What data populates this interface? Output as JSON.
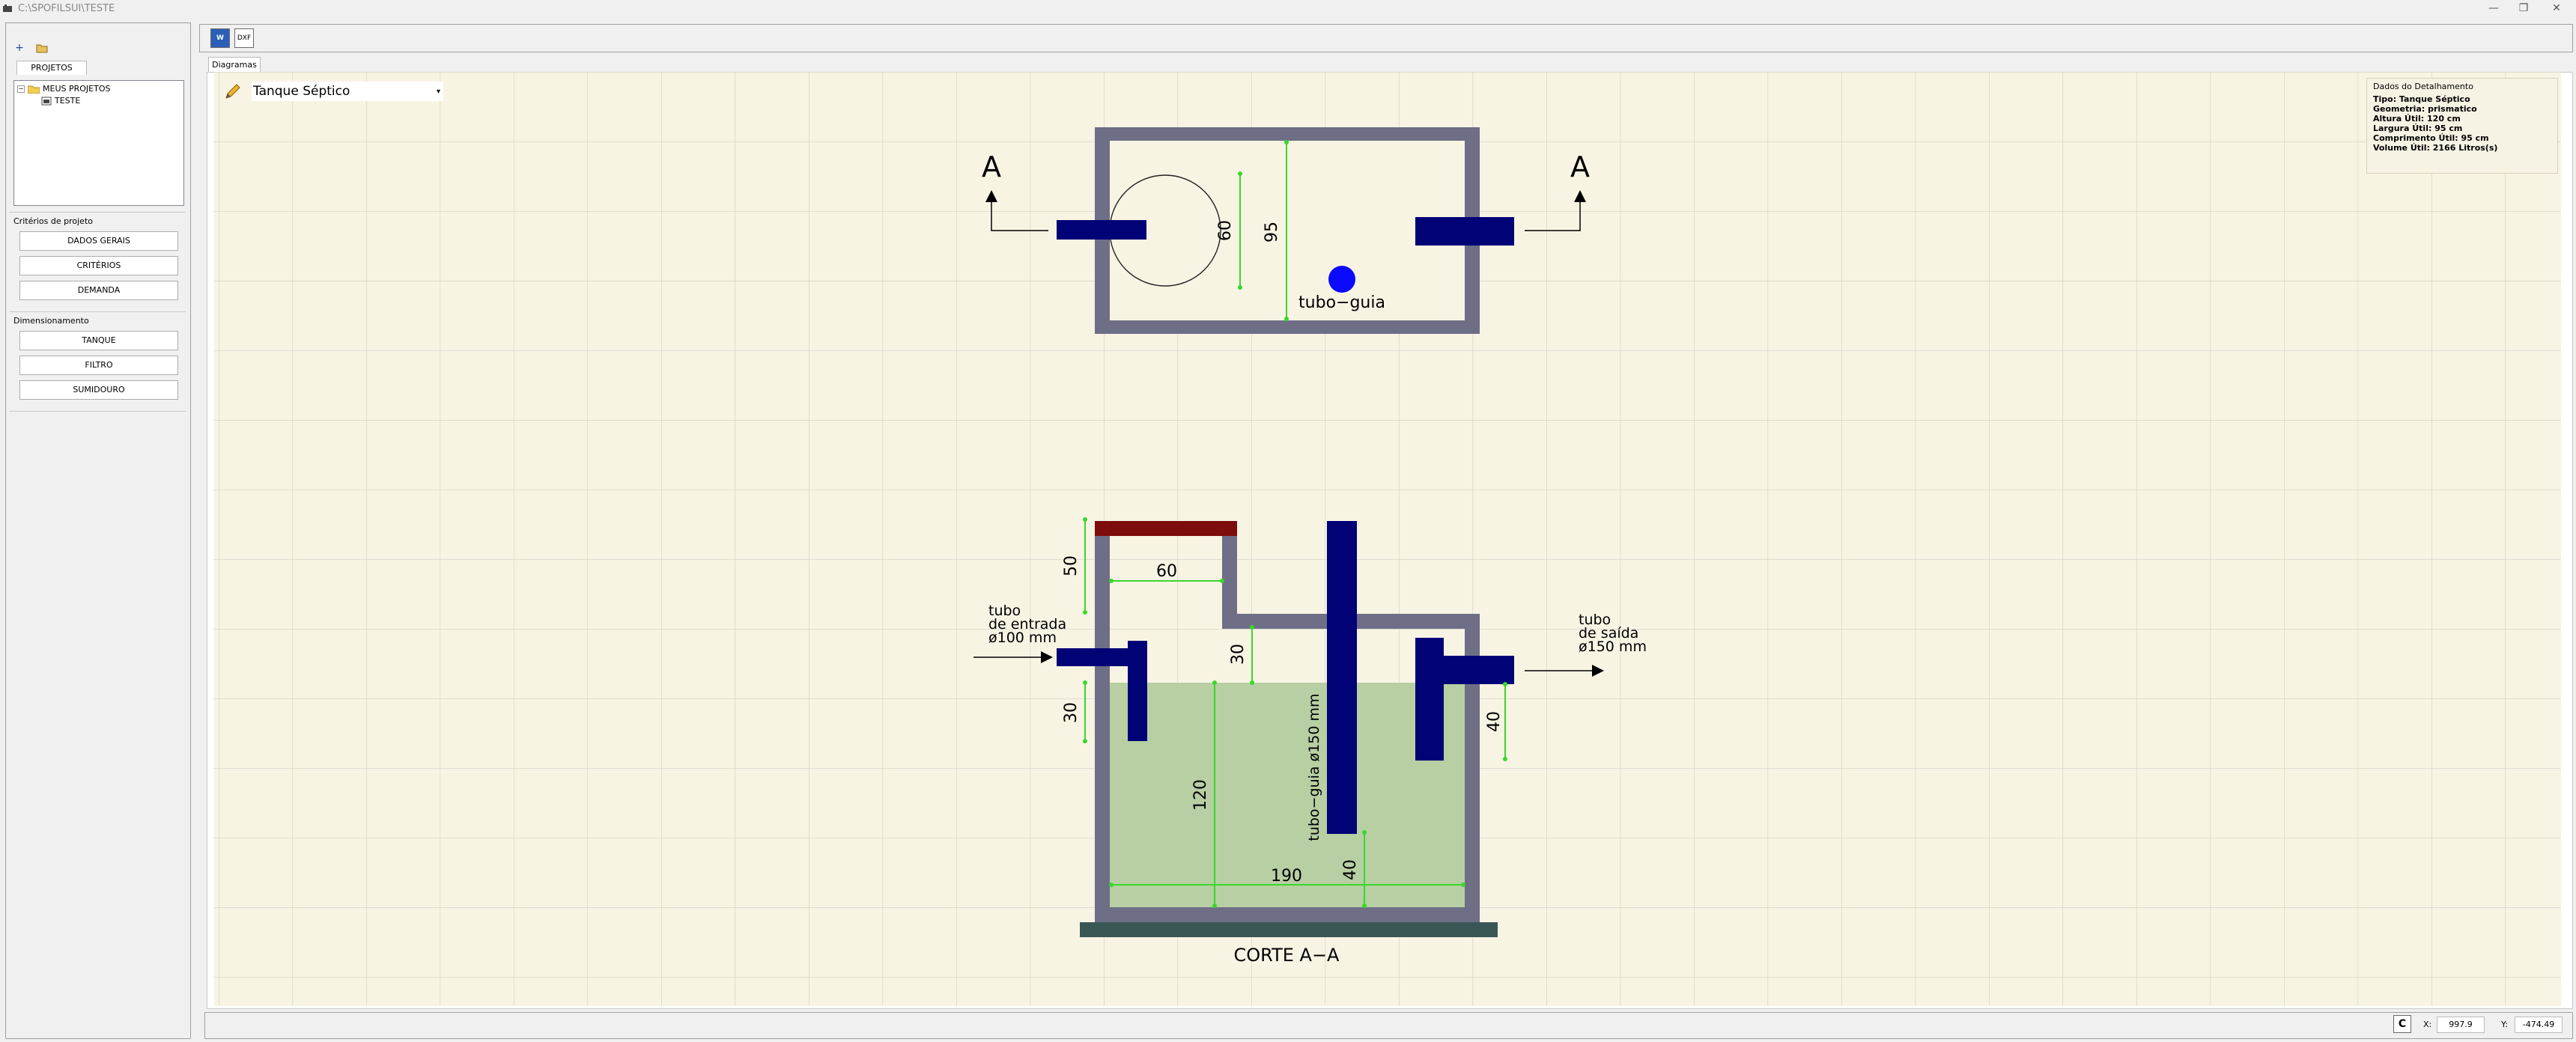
{
  "window": {
    "title": "C:\\SPOFILSUI\\TESTE",
    "minimize": "—",
    "maximize": "❐",
    "close": "✕"
  },
  "left_panel": {
    "tools": [
      {
        "name": "add-icon",
        "glyph": "+"
      },
      {
        "name": "open-folder-icon",
        "glyph": ""
      }
    ],
    "projects_tab": "PROJETOS",
    "tree": {
      "root": "MEUS PROJETOS",
      "child": "TESTE"
    },
    "criteria_group": "Critérios de projeto",
    "criteria_buttons": [
      "DADOS GERAIS",
      "CRITÉRIOS",
      "DEMANDA"
    ],
    "sizing_group": "Dimensionamento",
    "sizing_buttons": [
      "TANQUE",
      "FILTRO",
      "SUMIDOURO"
    ]
  },
  "toolbar": {
    "word_label": "W",
    "dxf_label": "DXF"
  },
  "tabs": {
    "diagrams": "Diagramas"
  },
  "diagram_selector": {
    "value": "Tanque Séptico"
  },
  "drawing": {
    "plan": {
      "section_mark_left": "A",
      "section_mark_right": "A",
      "dim_diameter": "60",
      "dim_width": "95",
      "guide_label": "tubo−guia"
    },
    "section": {
      "inlet_label": [
        "tubo",
        "de entrada",
        "ø100 mm"
      ],
      "outlet_label": [
        "tubo",
        "de saída",
        "ø150 mm"
      ],
      "dim_top_cover": "50",
      "dim_cover_width": "60",
      "dim_headspace": "30",
      "dim_inlet_depth": "30",
      "dim_outlet_depth": "40",
      "dim_liquid_height": "120",
      "dim_length": "190",
      "dim_bottom_gap": "40",
      "guide_label": "tubo−guia ø150 mm",
      "caption": "CORTE A−A"
    }
  },
  "info_box": {
    "title": "Dados do Detalhamento",
    "lines": [
      "Tipo: Tanque Séptico",
      "Geometria: prismatico",
      "Altura Útil: 120 cm",
      "Largura Útil: 95 cm",
      "Comprimento Útil: 95 cm",
      "Volume Útil: 2166 Litros(s)"
    ]
  },
  "status": {
    "c_icon": "C",
    "x_label": "X:",
    "x_value": "997.9",
    "y_label": "Y:",
    "y_value": "-474.49"
  },
  "colors": {
    "canvas": "#f8f4e4",
    "grid": "#cfcfc6",
    "wall": "#6e6e87",
    "pipe": "#020277",
    "liquid": "#b7cfa3",
    "cover": "#7d0d0d",
    "base": "#3a5755",
    "dimension": "#39d829",
    "guide_dot": "#0a0aff"
  }
}
